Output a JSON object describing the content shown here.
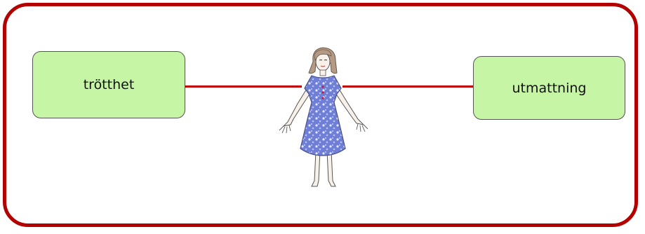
{
  "diagram": {
    "left_node": {
      "label": "trötthet"
    },
    "right_node": {
      "label": "utmattning"
    },
    "central_figure": "woman-in-blue-dress-illustration"
  },
  "colors": {
    "frame_border": "#b30000",
    "connector": "#c00000",
    "node_fill": "#c6f5a6",
    "node_border": "#555555",
    "dress": "#6f7fd6"
  }
}
